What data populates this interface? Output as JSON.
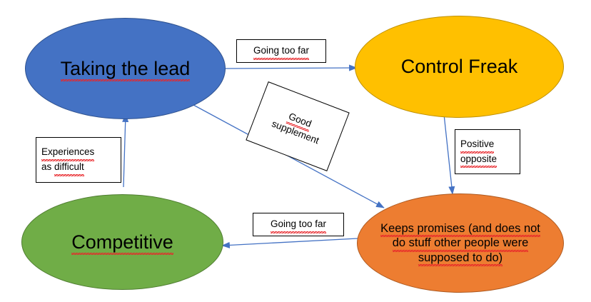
{
  "diagram": {
    "title": "Taking the lead / Control Freak / Competitive behaviour map",
    "background": "#ffffff",
    "arrow_color": "#4472C4",
    "spellcheck_underline_color": "#E8262A",
    "nodes": [
      {
        "id": "taking-the-lead",
        "label": "Taking the lead",
        "lines": [
          "Taking the lead"
        ],
        "shape": "ellipse",
        "fill": "#4472C4",
        "stroke": "#2F528F",
        "text_color": "#000000",
        "misspelled": true
      },
      {
        "id": "control-freak",
        "label": "Control Freak",
        "lines": [
          "Control Freak"
        ],
        "shape": "ellipse",
        "fill": "#FFC000",
        "stroke": "#BF9000",
        "text_color": "#000000",
        "misspelled": false
      },
      {
        "id": "competitive",
        "label": "Competitive",
        "lines": [
          "Competitive"
        ],
        "shape": "ellipse",
        "fill": "#70AD47",
        "stroke": "#507E32",
        "text_color": "#000000",
        "misspelled": true
      },
      {
        "id": "keeps-promises",
        "label": "Keeps promises (and does not do stuff other people were supposed to do)",
        "lines": [
          "Keeps promises (and does not",
          "do stuff other people were",
          "supposed to do)"
        ],
        "shape": "ellipse",
        "fill": "#ED7D31",
        "stroke": "#AE5A21",
        "text_color": "#000000",
        "misspelled": true
      }
    ],
    "edges": [
      {
        "id": "lead-to-control",
        "from": "taking-the-lead",
        "to": "control-freak",
        "label": "Going too far",
        "label_lines": [
          "Going too far"
        ],
        "direction": "right"
      },
      {
        "id": "lead-to-keeps-promises",
        "from": "taking-the-lead",
        "to": "keeps-promises",
        "label": "Good supplement",
        "label_lines": [
          "Good",
          "supplement"
        ],
        "direction": "down-right",
        "label_rotation_deg": 21
      },
      {
        "id": "control-to-keeps-promises",
        "from": "control-freak",
        "to": "keeps-promises",
        "label": "Positive opposite",
        "label_lines": [
          "Positive",
          "opposite"
        ],
        "direction": "down"
      },
      {
        "id": "keeps-promises-to-competitive",
        "from": "keeps-promises",
        "to": "competitive",
        "label": "Going too far",
        "label_lines": [
          "Going too far"
        ],
        "direction": "left"
      },
      {
        "id": "competitive-to-lead",
        "from": "competitive",
        "to": "taking-the-lead",
        "label": "Experiences as difficult",
        "label_lines": [
          "Experiences",
          "as difficult"
        ],
        "direction": "up"
      }
    ]
  }
}
